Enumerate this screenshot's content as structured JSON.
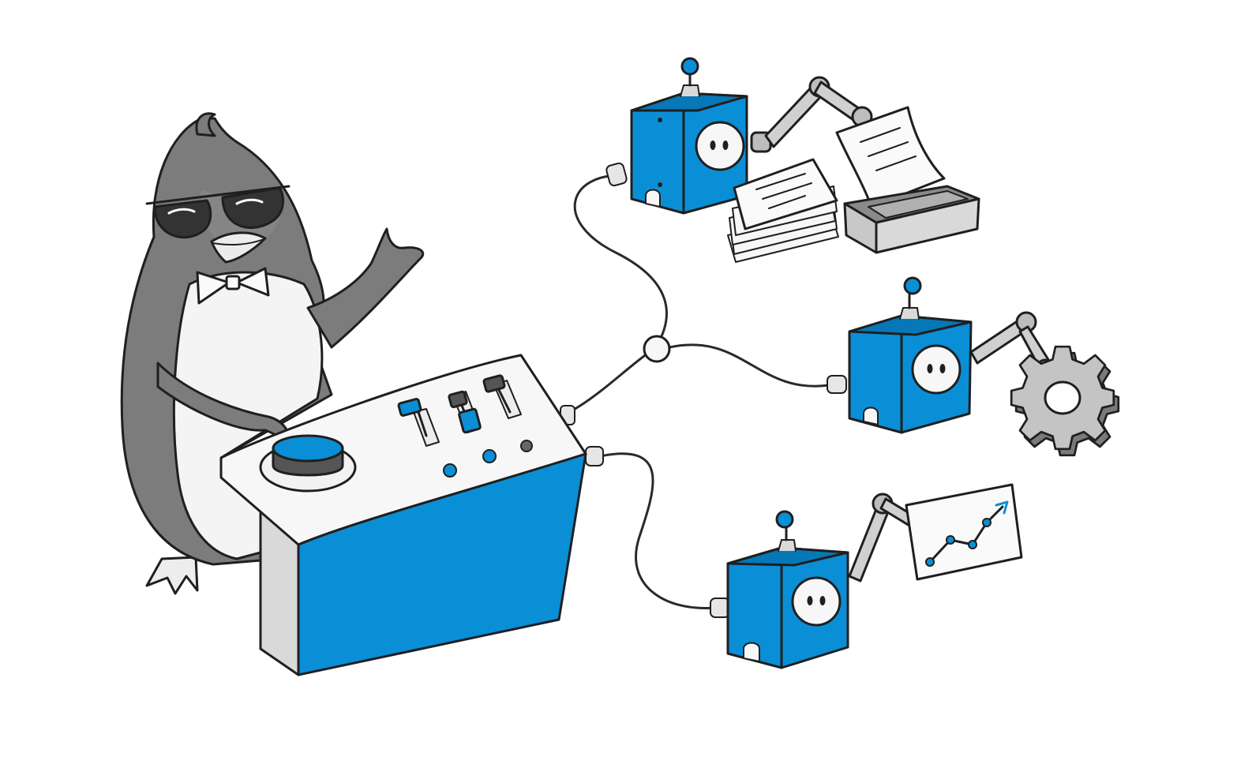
{
  "colors": {
    "blue": "#0a8fd6",
    "blue_dark": "#0678b8",
    "penguin_gray": "#7c7c7c",
    "penguin_dark": "#595959",
    "light_gray": "#d9d9d9",
    "outline": "#1f1f1f",
    "white": "#f7f7f7"
  },
  "icons": [
    "penguin",
    "sunglasses-icon",
    "bowtie-icon",
    "control-console",
    "big-push-button",
    "slider-icon",
    "robot-icon",
    "robot-arm-icon",
    "document-stack-icon",
    "paper-sheet-icon",
    "tray-icon",
    "gear-icon",
    "line-chart-icon",
    "cable-junction-icon"
  ]
}
